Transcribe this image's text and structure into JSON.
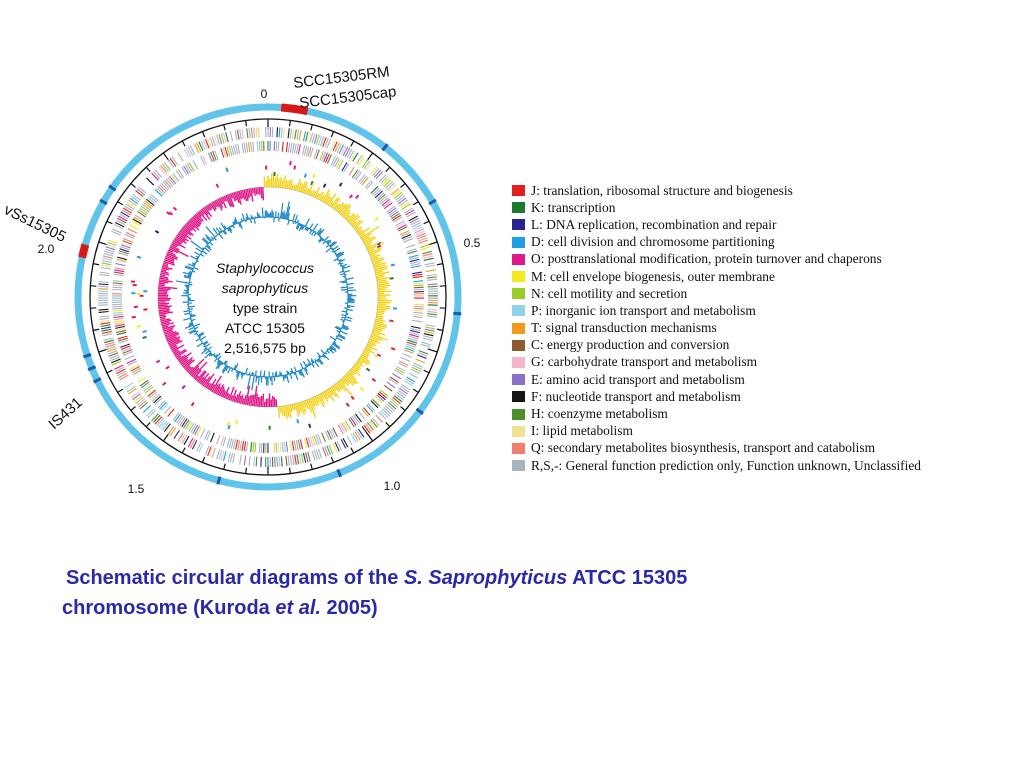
{
  "diagram": {
    "center_label": [
      "Staphylococcus",
      "saprophyticus",
      "type strain",
      "ATCC 15305",
      "2,516,575 bp"
    ],
    "scale_labels": [
      "0",
      "0.5",
      "1.0",
      "1.5",
      "2.0"
    ],
    "feature_labels": [
      "SCC15305RM",
      "SCC15305cap",
      "vSs15305",
      "IS431"
    ],
    "colors": {
      "outer_ring": "#5fc3ea",
      "feature_marker": "#d81818",
      "is_marker": "#1f5aa8",
      "gc_skew_positive": "#f2d21b",
      "gc_skew_negative": "#e0198a",
      "gc_content": "#1a86c6"
    }
  },
  "legend": [
    {
      "label": "J: translation, ribosomal structure and biogenesis",
      "color": "#e3201b"
    },
    {
      "label": "K: transcription",
      "color": "#1b7a2e"
    },
    {
      "label": "L: DNA replication, recombination and repair",
      "color": "#27238f"
    },
    {
      "label": "D: cell division and chromosome partitioning",
      "color": "#1e9fe0"
    },
    {
      "label": "O: posttranslational modification, protein turnover and chaperons",
      "color": "#e0198a"
    },
    {
      "label": "M: cell envelope biogenesis, outer membrane",
      "color": "#f3ea1d"
    },
    {
      "label": "N: cell motility and secretion",
      "color": "#97cc2b"
    },
    {
      "label": "P: inorganic ion transport and metabolism",
      "color": "#8fd2ea"
    },
    {
      "label": "T: signal transduction mechanisms",
      "color": "#f39a1e"
    },
    {
      "label": "C: energy production and conversion",
      "color": "#8e5a2f"
    },
    {
      "label": "G: carbohydrate transport and metabolism",
      "color": "#f6b6c8"
    },
    {
      "label": "E: amino acid transport and metabolism",
      "color": "#8c72c4"
    },
    {
      "label": "F: nucleotide transport and metabolism",
      "color": "#151515"
    },
    {
      "label": "H: coenzyme metabolism",
      "color": "#4e8d2d"
    },
    {
      "label": "I: lipid metabolism",
      "color": "#ece38e"
    },
    {
      "label": "Q: secondary metabolites biosynthesis, transport and catabolism",
      "color": "#f07e6e"
    },
    {
      "label": "R,S,-: General function prediction only, Function unknown, Unclassified",
      "color": "#a8b4c0"
    }
  ],
  "caption": {
    "part1": "Schematic circular diagrams of the ",
    "species": "S. Saprophyticus",
    "part2": " ATCC 15305",
    "part3": "chromosome (Kuroda ",
    "etal": "et al.",
    "part4": " 2005)"
  }
}
